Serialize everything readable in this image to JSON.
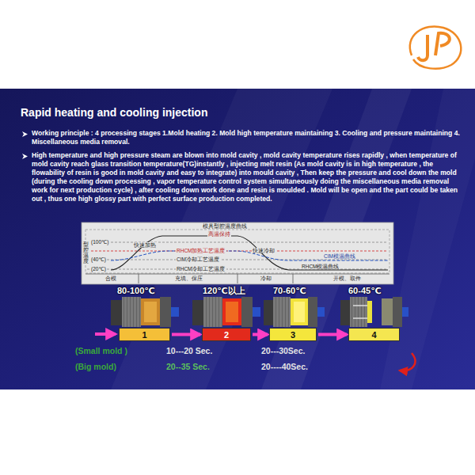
{
  "diagram": {
    "title": "Rapid heating and cooling injection",
    "nodes": [
      {
        "text": [
          "1"
        ]
      },
      {
        "text": [
          "2"
        ]
      },
      {
        "text": [
          "3"
        ]
      },
      {
        "text": [
          "4"
        ]
      }
    ],
    "edges": [
      {
        "from": 0,
        "to": 1,
        "arrow": "to"
      },
      {
        "from": 1,
        "to": 2,
        "arrow": "to"
      },
      {
        "from": 2,
        "to": 3,
        "arrow": "to"
      }
    ],
    "labels": [
      "Working principle : 4 processing stages  1.Mold heating  2. Mold high temperature maintaining  3. Cooling and pressure maintaining  4. Miscellaneous media removal.",
      "High temperature and high pressure steam are blown into mold cavity , mold cavity temperature rises rapidly , when temperature of mold cavity reach glass transition temperature(TG)instantly , injecting melt resin (As mold cavity is in high temperature , the flowability of resin is good in mold cavity and easy to integrate) into mould cavity , Then keep the pressure and cool down the mold (during the cooling down processing , vapor temperature control system simultaneously  doing the miscellaneous media removal work for next production cycle) , after cooling down work done and resin is moulded . Mold will be open and the part  could be taken out , thus one high glossy part with perfect surface production completed.",
      "模具型腔温度曲线",
      "高温保持",
      "(100℃)",
      "快速加热",
      "RHCM加热工艺温度",
      "快速冷却",
      "CIM模温曲线",
      "(40℃)",
      "CIM冷却工艺温度",
      "RHCM模温曲线",
      "(20℃)",
      "RHCM冷却工艺温度",
      "型腔温度",
      "合模",
      "充填、保压",
      "冷却",
      "开模、取件",
      "80-100℃",
      "120℃以上",
      "70-60℃",
      "60-45℃",
      "(Small mold )",
      "10---20 Sec.",
      "20---30Sec.",
      "(Big mold)",
      "20--35 Sec.",
      "20----40Sec."
    ]
  }
}
